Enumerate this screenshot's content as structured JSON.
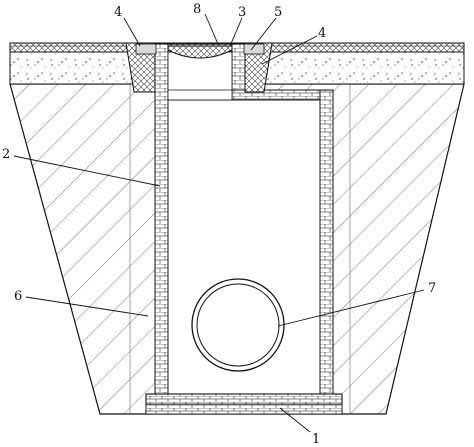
{
  "labels": {
    "l1": "1",
    "l2": "2",
    "l3": "3",
    "l4a": "4",
    "l4b": "4",
    "l5": "5",
    "l6": "6",
    "l7": "7",
    "l8": "8"
  }
}
